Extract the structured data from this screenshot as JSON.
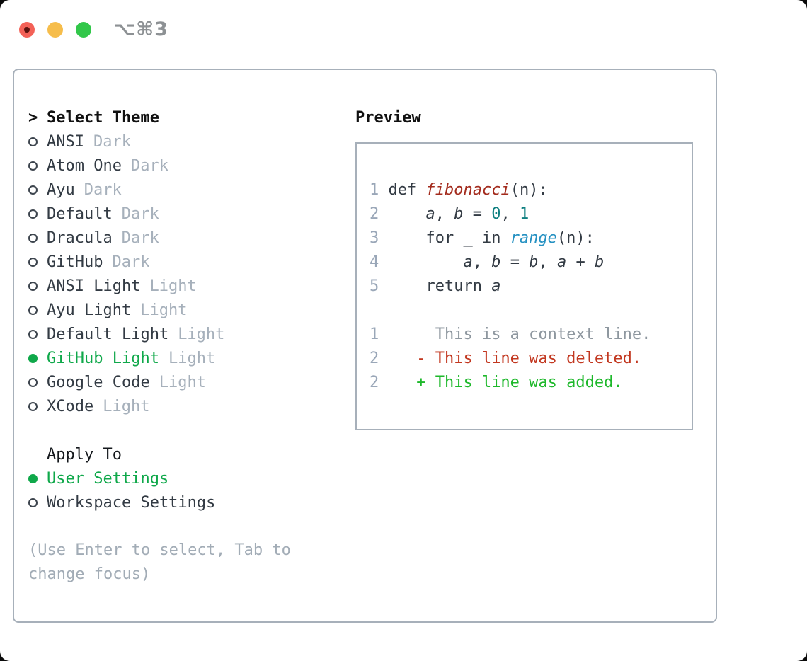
{
  "titlebar": {
    "title": "⌥⌘3"
  },
  "colors": {
    "accent_green": "#0fa84a",
    "diff_red": "#c2371f",
    "diff_green": "#1eb82b",
    "function_red": "#a32b1d",
    "function_blue": "#2591c2",
    "number_teal": "#0e7f80",
    "muted_gray": "#a6b0bb",
    "border_gray": "#a7b0ba",
    "traffic_red": "#f36157",
    "traffic_yellow": "#f6bd4b",
    "traffic_green": "#32c74a"
  },
  "theme_selector": {
    "header_prefix": ">",
    "header_label": "Select Theme",
    "items": [
      {
        "name": "ANSI",
        "tag": "Dark",
        "selected": false
      },
      {
        "name": "Atom One",
        "tag": "Dark",
        "selected": false
      },
      {
        "name": "Ayu",
        "tag": "Dark",
        "selected": false
      },
      {
        "name": "Default",
        "tag": "Dark",
        "selected": false
      },
      {
        "name": "Dracula",
        "tag": "Dark",
        "selected": false
      },
      {
        "name": "GitHub",
        "tag": "Dark",
        "selected": false
      },
      {
        "name": "ANSI Light",
        "tag": "Light",
        "selected": false
      },
      {
        "name": "Ayu Light",
        "tag": "Light",
        "selected": false
      },
      {
        "name": "Default Light",
        "tag": "Light",
        "selected": false
      },
      {
        "name": "GitHub Light",
        "tag": "Light",
        "selected": true
      },
      {
        "name": "Google Code",
        "tag": "Light",
        "selected": false
      },
      {
        "name": "XCode",
        "tag": "Light",
        "selected": false
      }
    ],
    "apply_to_label": "Apply To",
    "apply_to_options": [
      {
        "name": "User Settings",
        "selected": true
      },
      {
        "name": "Workspace Settings",
        "selected": false
      }
    ],
    "hint": "(Use Enter to select, Tab to change focus)"
  },
  "preview": {
    "header": "Preview",
    "lines": [
      {
        "tokens": [
          {
            "c": "num",
            "t": "1"
          },
          {
            "c": "code",
            "t": " def "
          },
          {
            "c": "fn-red",
            "t": "fibonacci"
          },
          {
            "c": "code",
            "t": "(n):"
          }
        ]
      },
      {
        "tokens": [
          {
            "c": "num",
            "t": "2"
          },
          {
            "c": "code",
            "t": "     "
          },
          {
            "c": "var",
            "t": "a"
          },
          {
            "c": "code",
            "t": ", "
          },
          {
            "c": "var",
            "t": "b"
          },
          {
            "c": "code",
            "t": " = "
          },
          {
            "c": "num-lit",
            "t": "0"
          },
          {
            "c": "code",
            "t": ", "
          },
          {
            "c": "num-lit",
            "t": "1"
          }
        ]
      },
      {
        "tokens": [
          {
            "c": "num",
            "t": "3"
          },
          {
            "c": "code",
            "t": "     for _ in "
          },
          {
            "c": "fn-blue",
            "t": "range"
          },
          {
            "c": "code",
            "t": "(n):"
          }
        ]
      },
      {
        "tokens": [
          {
            "c": "num",
            "t": "4"
          },
          {
            "c": "code",
            "t": "         "
          },
          {
            "c": "var",
            "t": "a"
          },
          {
            "c": "code",
            "t": ", "
          },
          {
            "c": "var",
            "t": "b"
          },
          {
            "c": "code",
            "t": " = "
          },
          {
            "c": "var",
            "t": "b"
          },
          {
            "c": "code",
            "t": ", "
          },
          {
            "c": "var",
            "t": "a"
          },
          {
            "c": "code",
            "t": " + "
          },
          {
            "c": "var",
            "t": "b"
          }
        ]
      },
      {
        "tokens": [
          {
            "c": "num",
            "t": "5"
          },
          {
            "c": "code",
            "t": "     return "
          },
          {
            "c": "var",
            "t": "a"
          }
        ]
      },
      {
        "tokens": []
      },
      {
        "tokens": [
          {
            "c": "num",
            "t": "1"
          },
          {
            "c": "ctx",
            "t": "      This is a context line."
          }
        ]
      },
      {
        "tokens": [
          {
            "c": "num",
            "t": "2"
          },
          {
            "c": "del",
            "t": "    - This line was deleted."
          }
        ]
      },
      {
        "tokens": [
          {
            "c": "num",
            "t": "2"
          },
          {
            "c": "add",
            "t": "    + This line was added."
          }
        ]
      }
    ]
  }
}
